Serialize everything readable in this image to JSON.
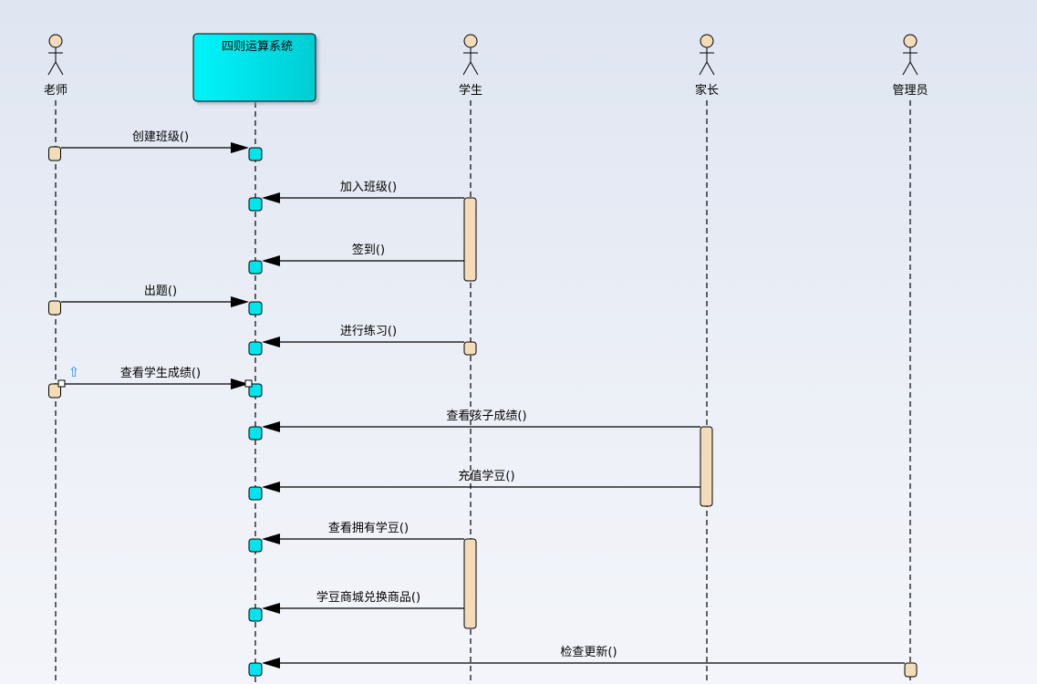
{
  "diagram": {
    "system_name": "四则运算系统",
    "actors": [
      {
        "id": "teacher",
        "name": "老师"
      },
      {
        "id": "student",
        "name": "学生"
      },
      {
        "id": "parent",
        "name": "家长"
      },
      {
        "id": "admin",
        "name": "管理员"
      }
    ],
    "messages": [
      {
        "label": "创建班级()",
        "from": "teacher",
        "to": "system"
      },
      {
        "label": "加入班级()",
        "from": "student",
        "to": "system"
      },
      {
        "label": "签到()",
        "from": "student",
        "to": "system"
      },
      {
        "label": "出题()",
        "from": "teacher",
        "to": "system"
      },
      {
        "label": "进行练习()",
        "from": "student",
        "to": "system"
      },
      {
        "label": "查看学生成绩()",
        "from": "teacher",
        "to": "system",
        "selected": true
      },
      {
        "label": "查看孩子成绩()",
        "from": "parent",
        "to": "system"
      },
      {
        "label": "充值学豆()",
        "from": "parent",
        "to": "system"
      },
      {
        "label": "查看拥有学豆()",
        "from": "student",
        "to": "system"
      },
      {
        "label": "学豆商城兑换商品()",
        "from": "student",
        "to": "system"
      },
      {
        "label": "检查更新()",
        "from": "admin",
        "to": "system"
      }
    ],
    "colors": {
      "system_box": "#00e5ec",
      "system_box_dark": "#00c8cf",
      "actor_activation": "#f5dcb8",
      "system_activation": "#00e5ec",
      "line": "#000000",
      "selection_icon": "#1e90ff"
    }
  }
}
